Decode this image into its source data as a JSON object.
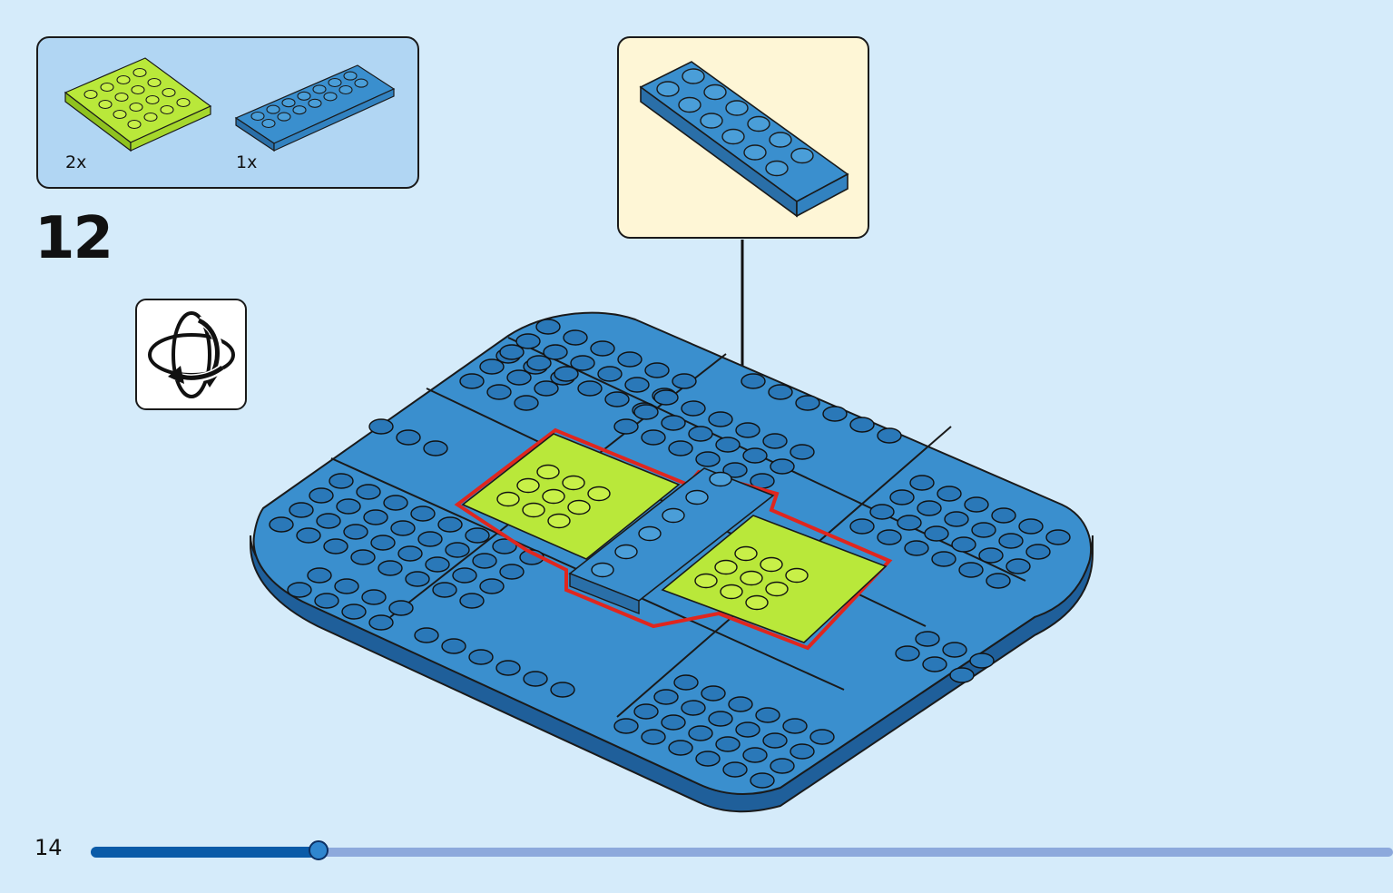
{
  "parts_list": {
    "items": [
      {
        "quantity": "2x",
        "icon": "lime-plate-icon",
        "color": "#b9e83a"
      },
      {
        "quantity": "1x",
        "icon": "blue-plate-icon",
        "color": "#3a8fce"
      }
    ]
  },
  "step": {
    "number": "12"
  },
  "rotate": {
    "icon": "rotate-model-icon"
  },
  "callout": {
    "icon": "blue-plate-icon",
    "color": "#3a8fce"
  },
  "page": {
    "number": "14"
  },
  "progress": {
    "fraction": 0.175
  },
  "colors": {
    "background": "#d5ebfa",
    "parts_box": "#b1d6f3",
    "callout_box": "#fef6d6",
    "highlight": "#e0261e",
    "progress_fill": "#0a5ba8",
    "progress_track": "#8da9dc"
  }
}
